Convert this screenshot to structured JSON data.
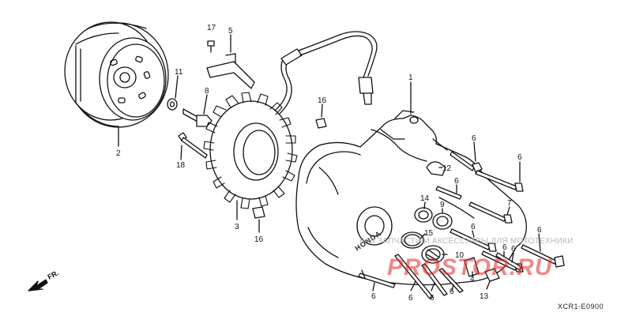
{
  "colors": {
    "line": "#111111",
    "background": "#ffffff",
    "watermark_logo": "#e02828",
    "watermark_text": "#aaaaaa"
  },
  "callouts": [
    {
      "id": "c1",
      "text": "1"
    },
    {
      "id": "c2",
      "text": "2"
    },
    {
      "id": "c3",
      "text": "3"
    },
    {
      "id": "c4",
      "text": "4"
    },
    {
      "id": "c5",
      "text": "5"
    },
    {
      "id": "c6a",
      "text": "6"
    },
    {
      "id": "c6b",
      "text": "6"
    },
    {
      "id": "c6c",
      "text": "6"
    },
    {
      "id": "c6d",
      "text": "6"
    },
    {
      "id": "c6e",
      "text": "6"
    },
    {
      "id": "c6f",
      "text": "6"
    },
    {
      "id": "c6g",
      "text": "6"
    },
    {
      "id": "c6h",
      "text": "6"
    },
    {
      "id": "c6i",
      "text": "6"
    },
    {
      "id": "c6j",
      "text": "6"
    },
    {
      "id": "c6k",
      "text": "6"
    },
    {
      "id": "c7",
      "text": "7"
    },
    {
      "id": "c8",
      "text": "8"
    },
    {
      "id": "c9",
      "text": "9"
    },
    {
      "id": "c10",
      "text": "10"
    },
    {
      "id": "c11",
      "text": "11"
    },
    {
      "id": "c12",
      "text": "12"
    },
    {
      "id": "c13",
      "text": "13"
    },
    {
      "id": "c14",
      "text": "14"
    },
    {
      "id": "c15",
      "text": "15"
    },
    {
      "id": "c16a",
      "text": "16"
    },
    {
      "id": "c16b",
      "text": "16"
    },
    {
      "id": "c17",
      "text": "17"
    },
    {
      "id": "c18",
      "text": "18"
    }
  ],
  "direction_label": "FR.",
  "housing_brand": "HONDA",
  "diagram_code": "XCR1-E0900",
  "watermark_text": "ВАЗ ЗАПЧАСТИ И АКСЕССУАРЫ ДЛЯ МОТОТЕХНИКИ",
  "watermark_logo": "PROSTOR.RU"
}
